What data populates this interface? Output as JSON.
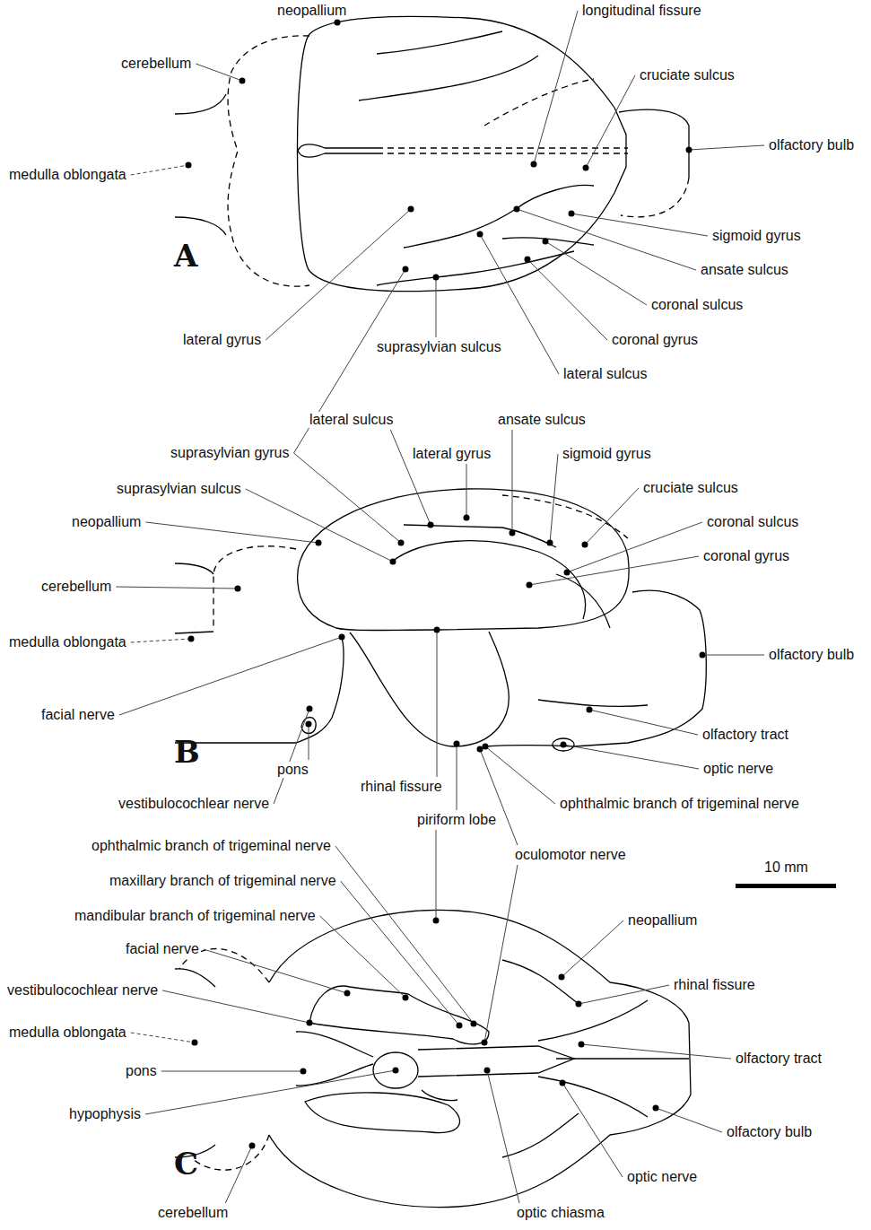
{
  "diagram": {
    "labels": [
      "neopallium",
      "longitudinal fissure",
      "cerebellum",
      "cruciate sulcus",
      "olfactory bulb",
      "medulla oblongata",
      "sigmoid gyrus",
      "A",
      "ansate sulcus",
      "coronal sulcus",
      "lateral gyrus",
      "coronal gyrus",
      "suprasylvian sulcus",
      "lateral sulcus",
      "lateral sulcus",
      "ansate sulcus",
      "suprasylvian gyrus",
      "lateral gyrus",
      "sigmoid gyrus",
      "suprasylvian sulcus",
      "cruciate sulcus",
      "neopallium",
      "coronal sulcus",
      "coronal gyrus",
      "cerebellum",
      "medulla oblongata",
      "olfactory bulb",
      "facial nerve",
      "olfactory tract",
      "pons",
      "B",
      "optic nerve",
      "vestibulocochlear nerve",
      "rhinal fissure",
      "ophthalmic branch of trigeminal nerve",
      "piriform lobe",
      "ophthalmic branch of trigeminal nerve",
      "oculomotor nerve",
      "10 mm",
      "maxillary branch of trigeminal nerve",
      "neopallium",
      "mandibular branch of trigeminal nerve",
      "facial nerve",
      "rhinal fissure",
      "vestibulocochlear nerve",
      "medulla oblongata",
      "olfactory tract",
      "pons",
      "hypophysis",
      "olfactory bulb",
      "C",
      "optic nerve",
      "cerebellum",
      "optic chiasma"
    ]
  }
}
